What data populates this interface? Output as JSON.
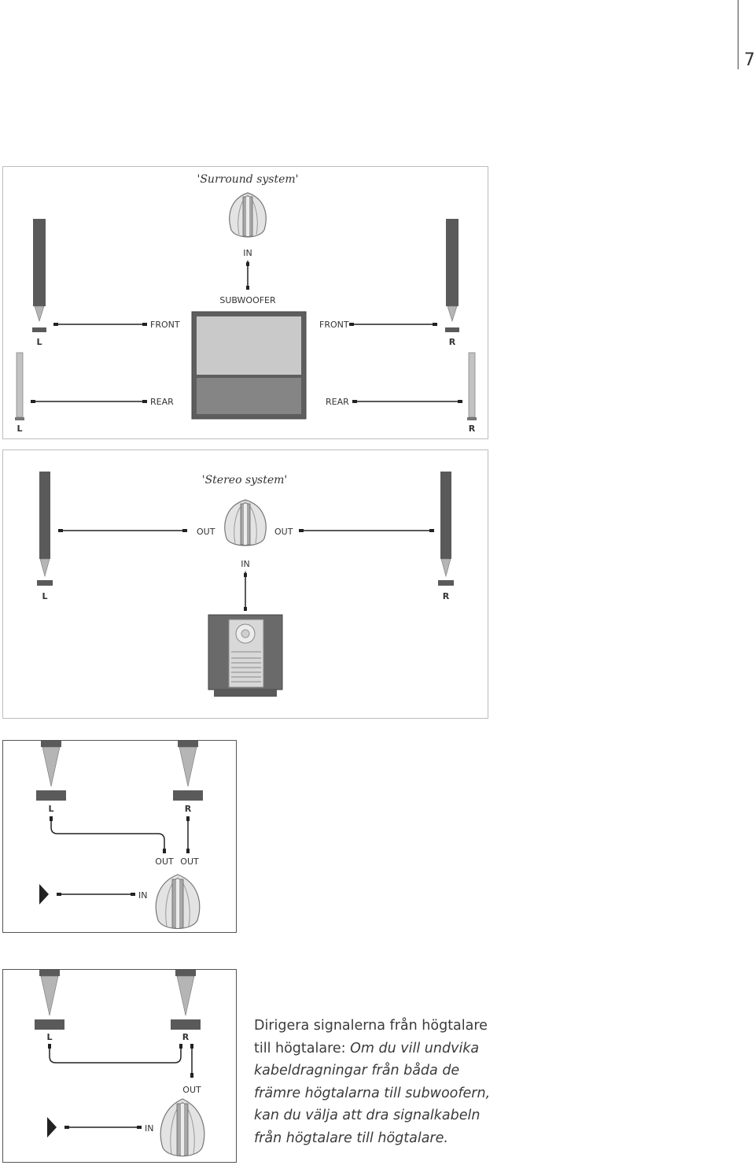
{
  "page": {
    "number": "7"
  },
  "surround": {
    "title": "'Surround system'",
    "subwoofer_in": "IN",
    "subwoofer_label": "SUBWOOFER",
    "front_left": "FRONT",
    "front_right": "FRONT",
    "rear_left": "REAR",
    "rear_right": "REAR",
    "left_front_side": "L",
    "right_front_side": "R",
    "left_rear_side": "L",
    "right_rear_side": "R"
  },
  "stereo": {
    "title": "'Stereo system'",
    "out_left": "OUT",
    "out_right": "OUT",
    "subwoofer_in": "IN",
    "left_side": "L",
    "right_side": "R"
  },
  "diagram3": {
    "left_side": "L",
    "right_side": "R",
    "out_left": "OUT",
    "out_right": "OUT",
    "in": "IN"
  },
  "diagram4": {
    "left_side": "L",
    "right_side": "R",
    "out": "OUT",
    "in": "IN"
  },
  "caption": {
    "heading": "Dirigera signalerna från högtalare till högtalare:",
    "body": "Om du vill undvika kabeldragningar från båda de främre högtalarna till subwoofern, kan du välja att dra signalkabeln från högtalare till högtalare."
  },
  "colors": {
    "speaker_dark": "#5a5a5a",
    "speaker_light": "#bdbdbd",
    "cable": "#222222",
    "panel_border": "#bdbdbd"
  }
}
